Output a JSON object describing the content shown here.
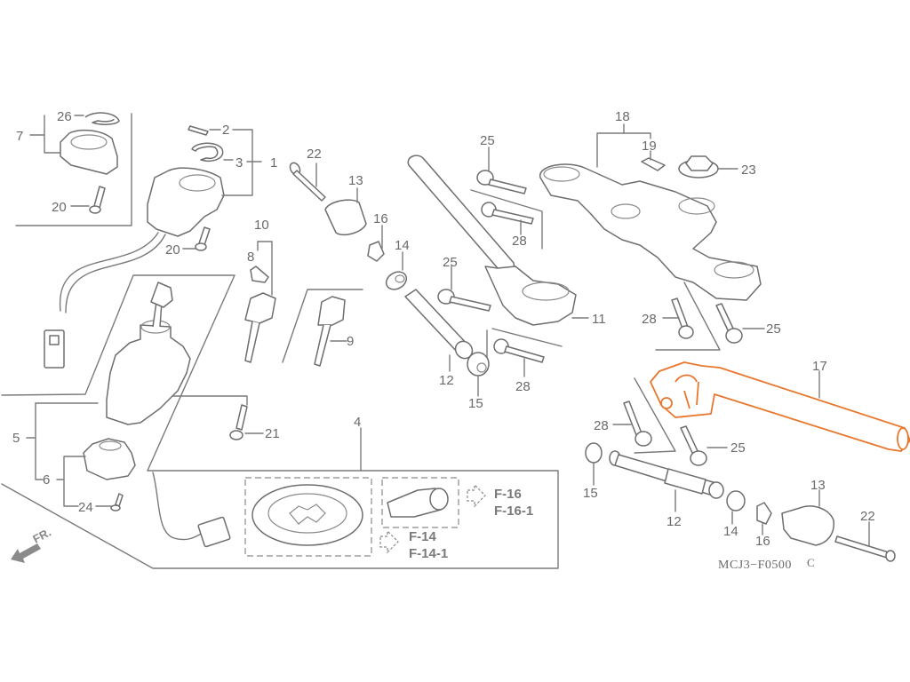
{
  "diagram": {
    "title_code": "MCJ3−F0500",
    "title_code_suffix": "C",
    "direction_label": "FR.",
    "highlight_color": "#e8772e",
    "line_color": "#7a7a7a",
    "highlighted_part": "17",
    "callouts": {
      "p1": "1",
      "p2": "2",
      "p3": "3",
      "p4": "4",
      "p5": "5",
      "p6": "6",
      "p7": "7",
      "p8": "8",
      "p9": "9",
      "p10": "10",
      "p11": "11",
      "p12a": "12",
      "p12b": "12",
      "p13a": "13",
      "p13b": "13",
      "p14a": "14",
      "p14b": "14",
      "p15a": "15",
      "p15b": "15",
      "p16a": "16",
      "p16b": "16",
      "p17": "17",
      "p18": "18",
      "p19": "19",
      "p20a": "20",
      "p20b": "20",
      "p21": "21",
      "p22a": "22",
      "p22b": "22",
      "p23": "23",
      "p24": "24",
      "p25a": "25",
      "p25b": "25",
      "p25c": "25",
      "p25d": "25",
      "p26": "26",
      "p28a": "28",
      "p28b": "28",
      "p28c": "28",
      "p28d": "28"
    },
    "references": {
      "ref1a": "F-16",
      "ref1b": "F-16-1",
      "ref2a": "F-14",
      "ref2b": "F-14-1"
    }
  }
}
